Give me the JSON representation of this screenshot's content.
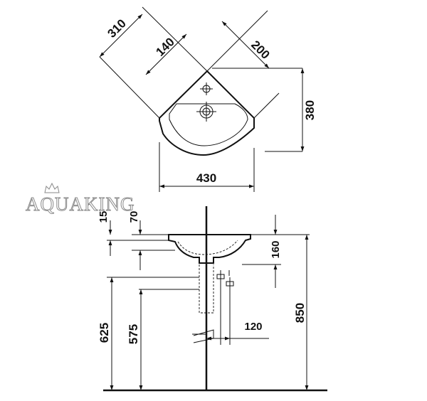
{
  "logo": {
    "text": "AQUAKING"
  },
  "plan_view": {
    "dim_310": "310",
    "dim_140": "140",
    "dim_200": "200",
    "dim_380": "380",
    "dim_430": "430"
  },
  "side_view": {
    "dim_15": "15",
    "dim_70": "70",
    "dim_160": "160",
    "dim_120": "120",
    "dim_625": "625",
    "dim_575": "575",
    "dim_850": "850"
  }
}
